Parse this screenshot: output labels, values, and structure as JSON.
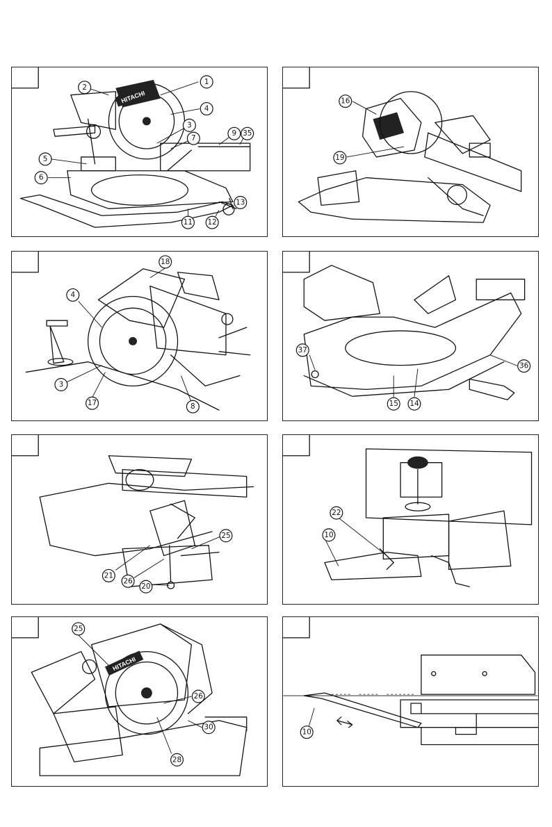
{
  "figures": [
    {
      "id": "fig-1",
      "callouts": [
        "1",
        "2",
        "3",
        "4",
        "5",
        "6",
        "7",
        "9",
        "35",
        "11",
        "12",
        "13"
      ]
    },
    {
      "id": "fig-2",
      "callouts": [
        "16",
        "19"
      ]
    },
    {
      "id": "fig-3",
      "callouts": [
        "18",
        "4",
        "3",
        "17",
        "8"
      ]
    },
    {
      "id": "fig-4",
      "callouts": [
        "37",
        "15",
        "14",
        "36"
      ]
    },
    {
      "id": "fig-5",
      "callouts": [
        "25",
        "21",
        "26",
        "20"
      ]
    },
    {
      "id": "fig-6",
      "callouts": [
        "22",
        "10"
      ]
    },
    {
      "id": "fig-7",
      "callouts": [
        "25",
        "26",
        "28",
        "30"
      ]
    },
    {
      "id": "fig-8",
      "callouts": [
        "10"
      ]
    }
  ],
  "brand_label": "HITACHI"
}
